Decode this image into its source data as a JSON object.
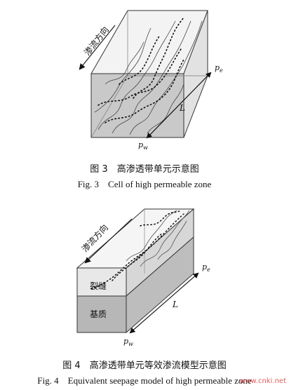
{
  "figure3": {
    "flow_direction": "渗流方向",
    "label_pe": "p",
    "label_pe_sub": "e",
    "label_pw": "p",
    "label_pw_sub": "w",
    "label_L": "L",
    "caption_cn": "图 3　高渗透带单元示意图",
    "caption_en": "Fig. 3　Cell of high permeable zone"
  },
  "figure4": {
    "flow_direction": "渗流方向",
    "label_pe": "p",
    "label_pe_sub": "e",
    "label_pw": "p",
    "label_pw_sub": "w",
    "label_L": "L",
    "layer_fracture": "裂缝",
    "layer_matrix": "基质",
    "caption_cn": "图 4　高渗透带单元等效渗流模型示意图",
    "caption_en": "Fig. 4　Equivalent seepage model of high permeable zone"
  },
  "watermark": "www.cnki.net"
}
